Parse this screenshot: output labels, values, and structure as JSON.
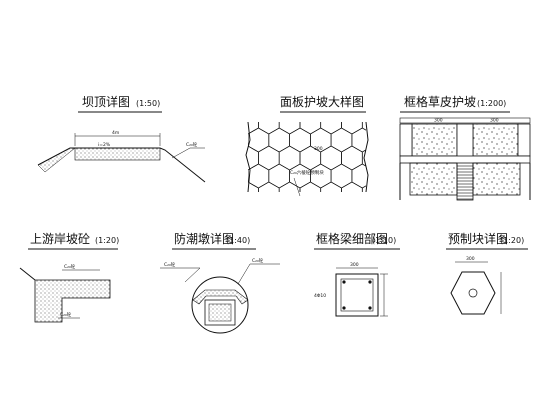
{
  "titles": {
    "dam_crest": "坝顶详图",
    "dam_crest_scale": "(1:50)",
    "panel_slope": "面板护坡大样图",
    "grid_grass": "框格草皮护坡",
    "grid_grass_scale": "(1:200)",
    "upstream_toe": "上游岸坡砼",
    "upstream_toe_scale": "(1:20)",
    "wave_wall": "防潮墩详图",
    "wave_wall_scale": "(1:40)",
    "beam_detail": "框格梁细部图",
    "beam_detail_scale": "(1:10)",
    "precast_block": "预制块详图",
    "precast_block_scale": "(1:20)"
  },
  "annotations": {
    "crest_width": "4m",
    "crest_slope": "i=2%",
    "crest_side": "C₂₀砼",
    "panel_dim": "300",
    "panel_spec": "C₂₀六棱砼预制块",
    "grid_dim_a": "300",
    "grid_dim_b": "300",
    "toe_spec_a": "C₂₀砼",
    "toe_spec_b": "C₂₀砼",
    "wave_spec_a": "C₂₀砼",
    "wave_spec_b": "C₂₀砼",
    "beam_rebar": "4Φ10",
    "beam_size": "300",
    "block_size": "300"
  }
}
